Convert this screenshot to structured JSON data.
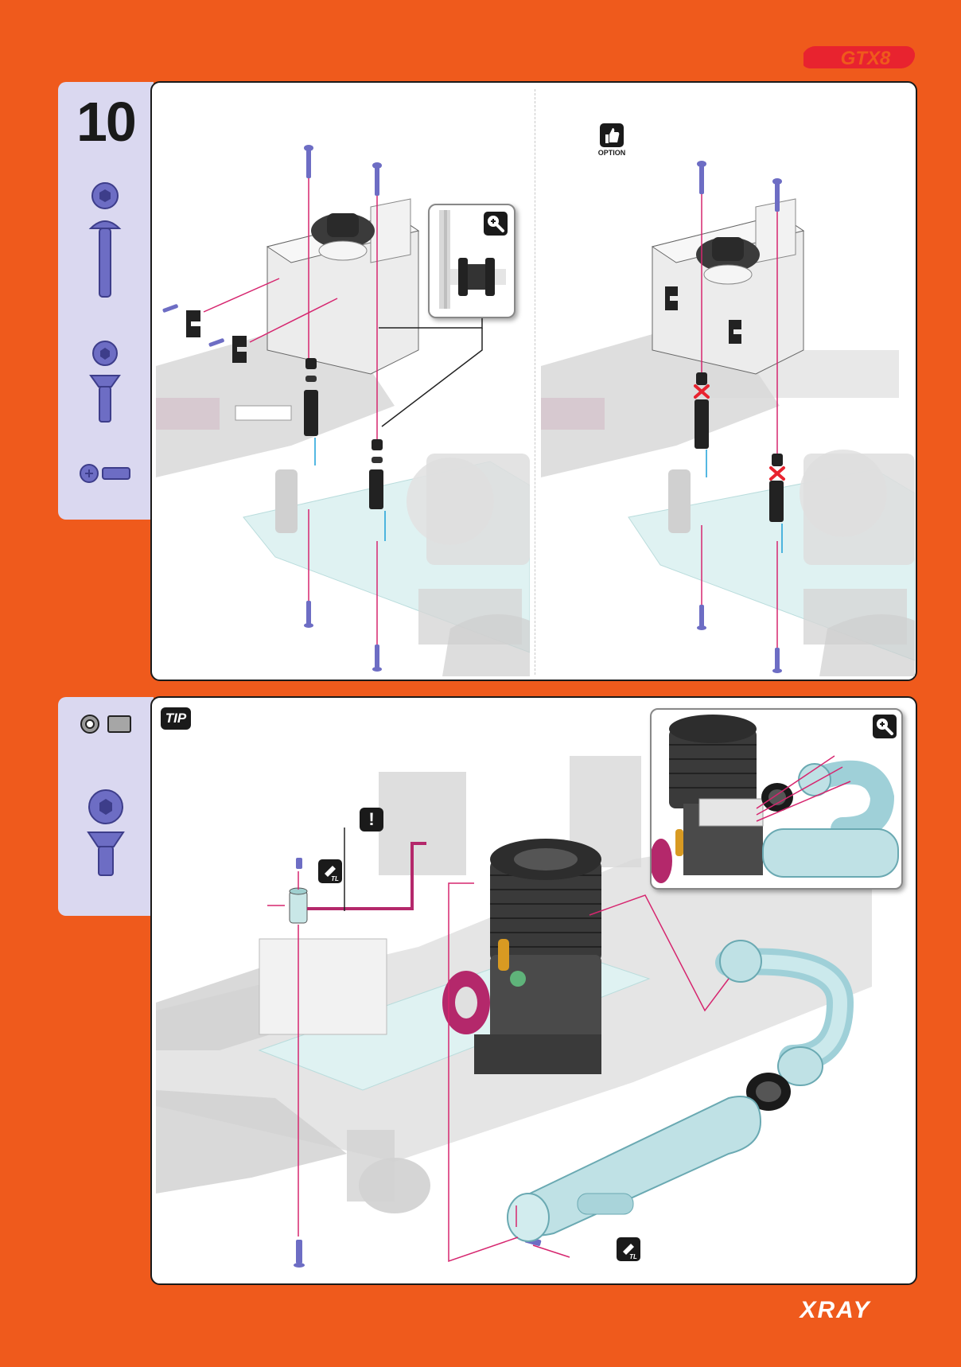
{
  "header": {
    "brand_logo_text": "GTX8"
  },
  "footer": {
    "brand_logo_text": "XRAY"
  },
  "step": {
    "number": "10"
  },
  "panel_top": {
    "option_badge": "OPTION"
  },
  "panel_bottom": {
    "tip_badge": "TIP",
    "warning_badge": "!",
    "threadlock_label": "TL"
  },
  "icons": [
    "zoom-icon",
    "option-thumbs-up-icon",
    "warning-icon",
    "threadlock-icon",
    "removed-x-icon"
  ],
  "colors": {
    "background": "#ef5a1c",
    "sidebar": "#dad8f0",
    "screw": "#5a5ab8",
    "arrow": "#d6266f",
    "dimension": "#1aa0d8"
  }
}
